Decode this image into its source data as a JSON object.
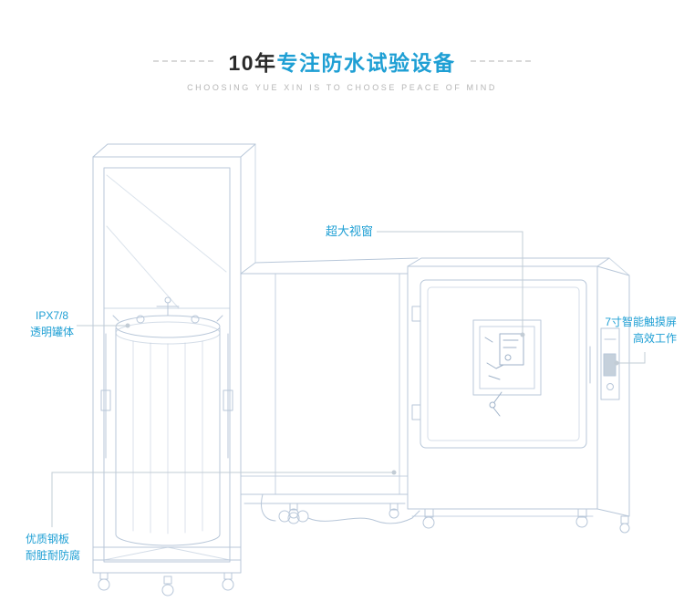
{
  "header": {
    "title_prefix": "10年",
    "title_main": "专注防水试验设备",
    "subtitle": "CHOOSING YUE XIN IS TO CHOOSE PEACE OF MIND"
  },
  "callouts": {
    "viewport": "超大视窗",
    "tank": [
      "IPX7/8",
      "透明罐体"
    ],
    "touchscreen": [
      "7寸智能触摸屏",
      "高效工作"
    ],
    "steel": [
      "优质钢板",
      "耐脏耐防腐"
    ]
  },
  "colors": {
    "accent_blue": "#1e9fd4",
    "drawing_line": "#b8c7d9",
    "leader_line": "#c2ccd5",
    "title_dark": "#2a2a2a",
    "subtitle_gray": "#b5b5b5",
    "dash_gray": "#d9d9d9"
  }
}
